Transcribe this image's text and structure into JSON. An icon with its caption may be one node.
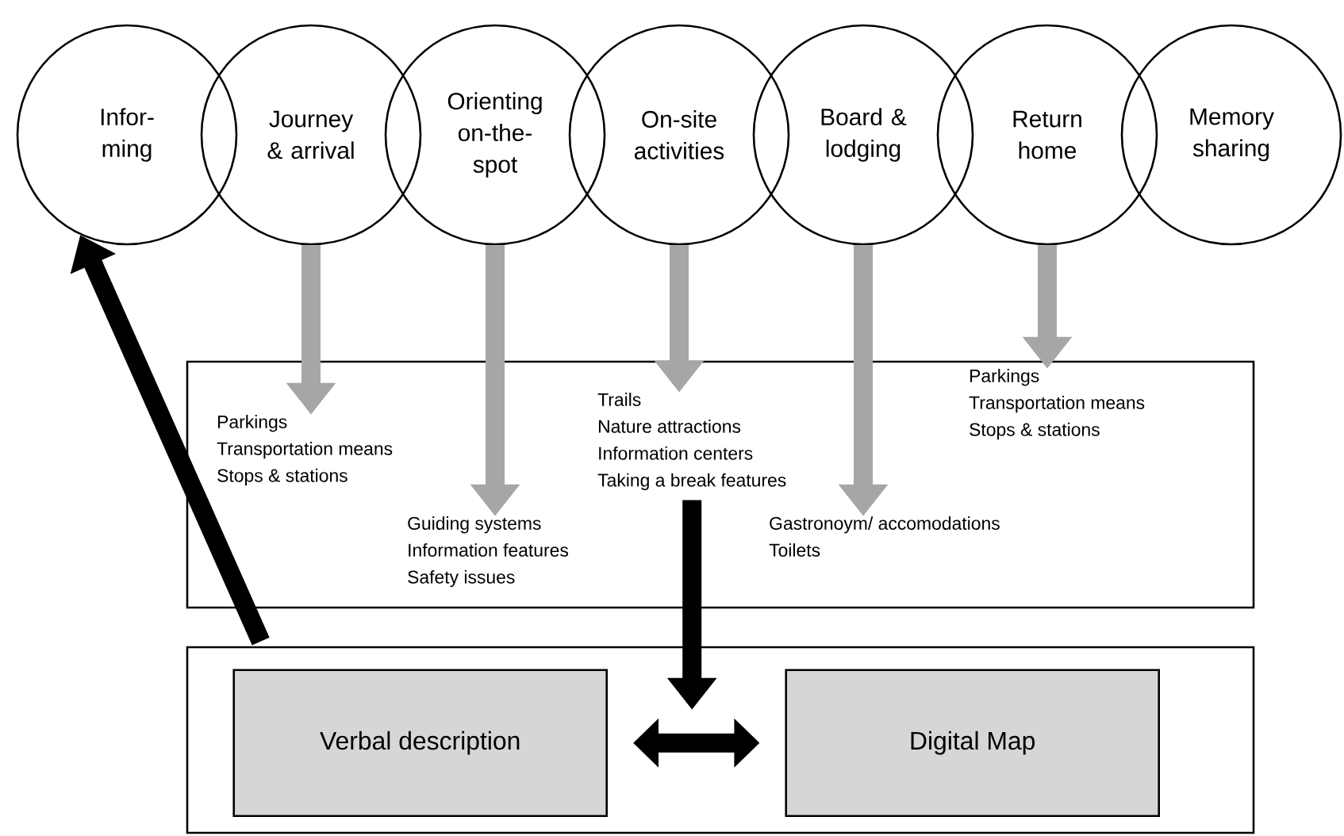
{
  "diagram": {
    "nodes": [
      {
        "text": [
          "Infor- ming"
        ]
      },
      {
        "text": [
          "Journey & arrival"
        ]
      },
      {
        "text": [
          "Orienting on-the- spot"
        ]
      },
      {
        "text": [
          "On-site activities"
        ]
      },
      {
        "text": [
          "Board & lodging"
        ]
      },
      {
        "text": [
          "Return home"
        ]
      },
      {
        "text": [
          "Memory sharing"
        ]
      },
      {
        "text": [],
        "shape": "box"
      },
      {
        "text": [
          "Parkings",
          "Transportation means",
          "Stops & stations"
        ],
        "in": 7
      },
      {
        "text": [
          "Guiding systems",
          "Information features",
          "Safety issues"
        ],
        "in": 7
      },
      {
        "text": [
          "Trails",
          "Nature  attractions",
          "Information centers",
          "Taking a break features"
        ],
        "in": 7
      },
      {
        "text": [
          "Gastronoym/ accomodations",
          "Toilets"
        ],
        "in": 7
      },
      {
        "text": [
          "Parkings",
          "Transportation means",
          "Stops & stations"
        ],
        "in": 7
      },
      {
        "text": [],
        "shape": "box"
      },
      {
        "text": [
          "Verbal description"
        ],
        "in": 13
      },
      {
        "text": [
          "Digital Map"
        ],
        "in": 13
      }
    ],
    "edges": [
      {
        "from": 1,
        "to": 8,
        "arrow": "to"
      },
      {
        "from": 2,
        "to": 9,
        "arrow": "to"
      },
      {
        "from": 3,
        "to": 10,
        "arrow": "to"
      },
      {
        "from": 4,
        "to": 11,
        "arrow": "to"
      },
      {
        "from": 5,
        "to": 12,
        "arrow": "to"
      },
      {
        "from": 10,
        "to": 13,
        "arrow": "to",
        "color": "#000000"
      },
      {
        "from": 14,
        "to": 15,
        "arrow": "both",
        "color": "#000000"
      },
      {
        "from": 13,
        "to": 0,
        "arrow": "to",
        "color": "#000000"
      }
    ]
  }
}
